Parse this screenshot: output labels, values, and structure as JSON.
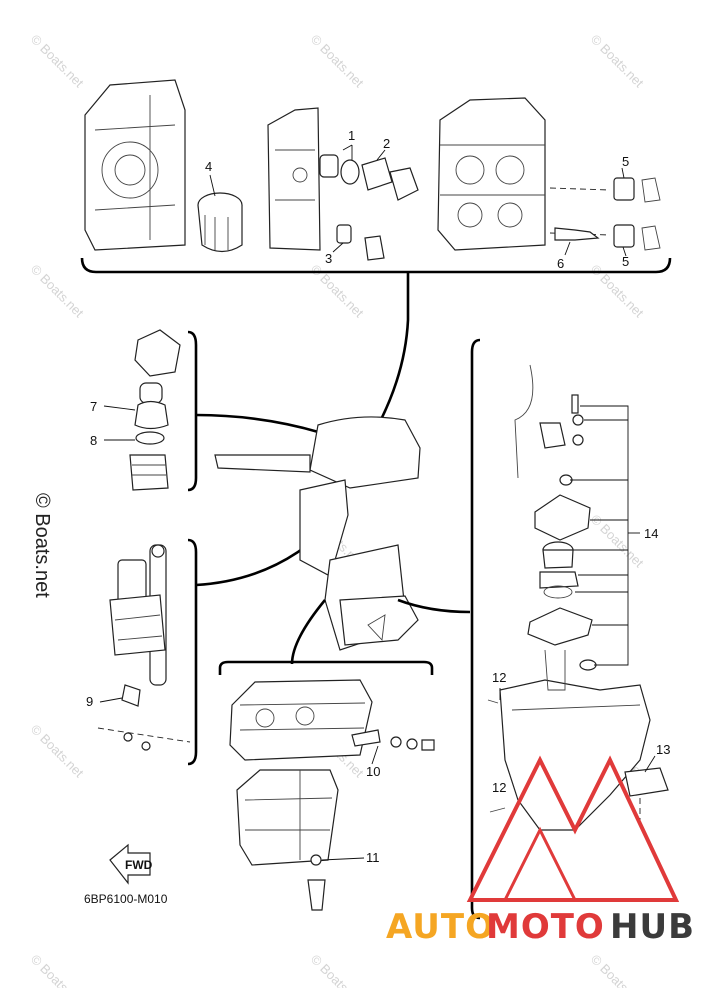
{
  "diagram": {
    "drawing_code": "6BP6100-M010",
    "fwd_label": "FWD",
    "watermark": "© Boats.net",
    "watermark_side": "© Boats.net",
    "brand": {
      "part1": "AUTO",
      "part2": "MOTO",
      "part3": "HUB"
    },
    "callouts": [
      {
        "id": "c1",
        "label": "1"
      },
      {
        "id": "c2",
        "label": "2"
      },
      {
        "id": "c3",
        "label": "3"
      },
      {
        "id": "c4",
        "label": "4"
      },
      {
        "id": "c5a",
        "label": "5"
      },
      {
        "id": "c5b",
        "label": "5"
      },
      {
        "id": "c6",
        "label": "6"
      },
      {
        "id": "c7",
        "label": "7"
      },
      {
        "id": "c8",
        "label": "8"
      },
      {
        "id": "c9",
        "label": "9"
      },
      {
        "id": "c10",
        "label": "10"
      },
      {
        "id": "c11",
        "label": "11"
      },
      {
        "id": "c12a",
        "label": "12"
      },
      {
        "id": "c12b",
        "label": "12"
      },
      {
        "id": "c13",
        "label": "13"
      },
      {
        "id": "c14",
        "label": "14"
      }
    ],
    "colors": {
      "brand_orange": "#f5a623",
      "brand_red": "#e03a3a",
      "brand_dark": "#3b3b3b"
    }
  }
}
